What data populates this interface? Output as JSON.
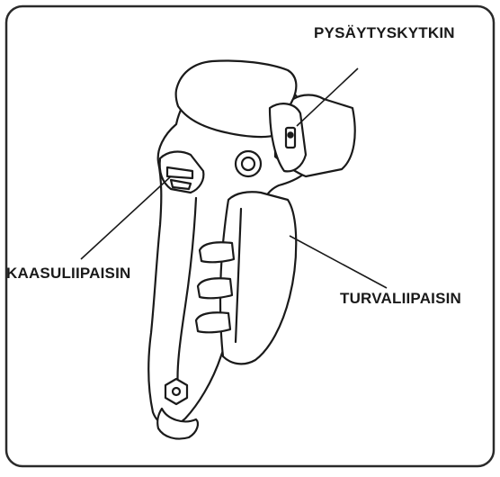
{
  "labels": {
    "stop_switch": "PYSÄYTYSKYTKIN",
    "throttle_trigger": "KAASULIIPAISIN",
    "safety_trigger": "TURVALIIPAISIN"
  },
  "colors": {
    "line": "#1a1a1a",
    "background": "#ffffff",
    "frame": "#2a2a2a"
  },
  "icons": {
    "handle": "throttle-handle-illustration",
    "stop_switch": "stop-switch-icon",
    "bolt": "hex-bolt-icon"
  }
}
